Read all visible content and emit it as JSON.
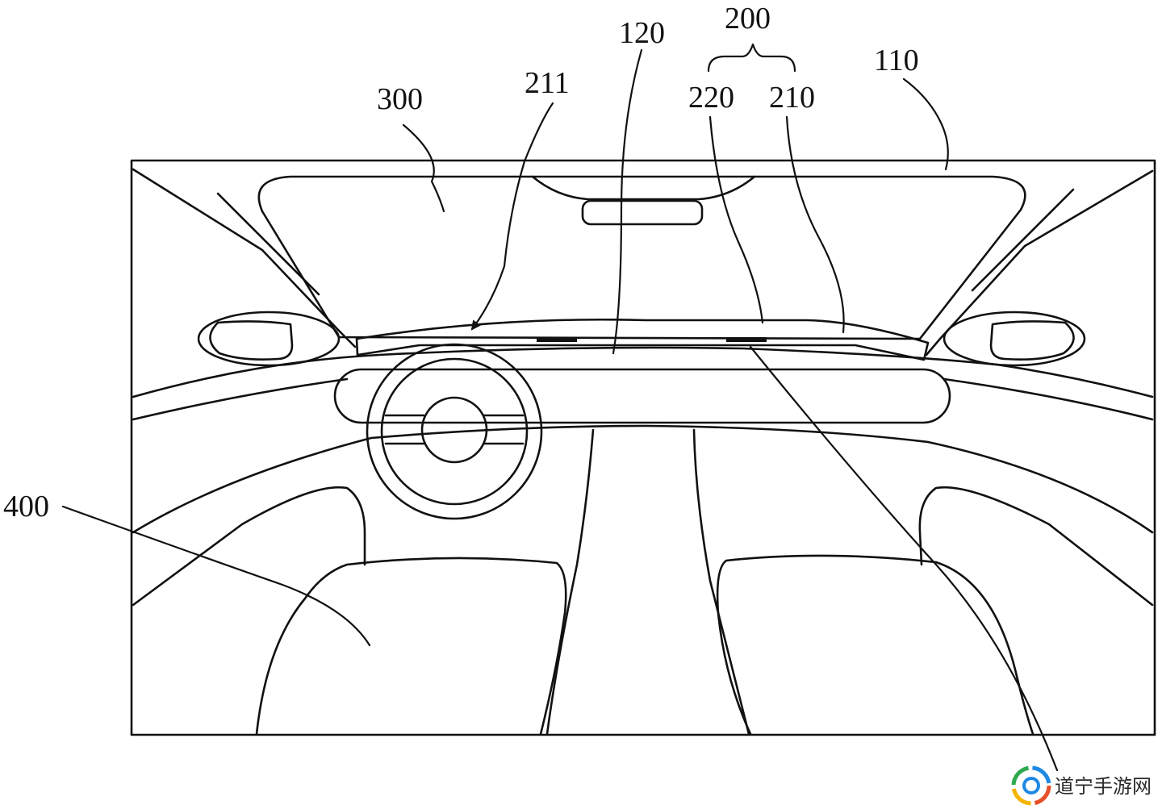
{
  "reference_labels": {
    "l200": "200",
    "l120": "120",
    "l211": "211",
    "l110": "110",
    "l300": "300",
    "l220": "220",
    "l210": "210",
    "l400": "400"
  },
  "watermark": {
    "text": "道宁手游网",
    "logo_colors": [
      "#e8502a",
      "#f4b400",
      "#2fa84f",
      "#1e88e5"
    ]
  },
  "colors": {
    "line": "#111111",
    "background": "#ffffff"
  }
}
